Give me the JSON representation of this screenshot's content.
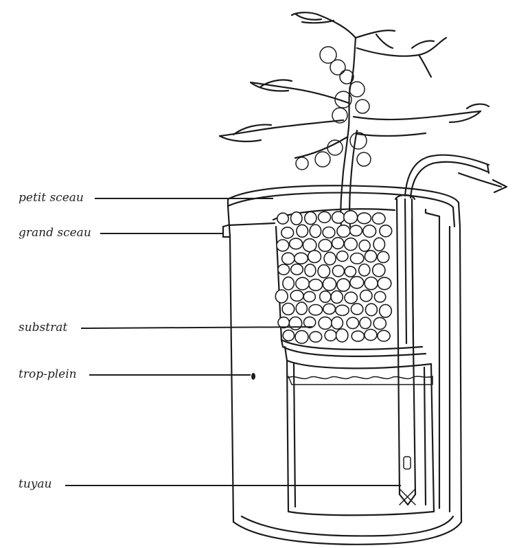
{
  "diagram": {
    "labels": [
      {
        "id": "petit",
        "text": "petit sceau"
      },
      {
        "id": "grand",
        "text": "grand sceau"
      },
      {
        "id": "substrat",
        "text": "substrat"
      },
      {
        "id": "trop",
        "text": "trop-plein"
      },
      {
        "id": "tuyau",
        "text": "tuyau"
      }
    ]
  }
}
